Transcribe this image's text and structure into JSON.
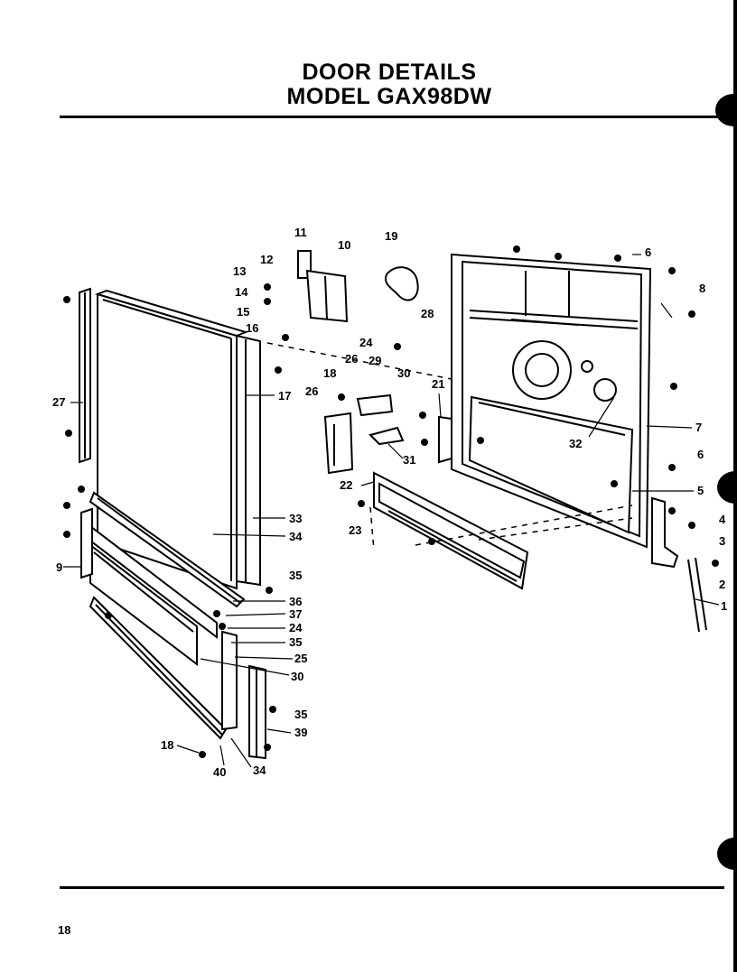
{
  "header": {
    "title_line1": "DOOR  DETAILS",
    "title_line2": "MODEL GAX98DW"
  },
  "footer": {
    "page_number": "18"
  },
  "callouts": {
    "c11": "11",
    "c10": "10",
    "c19": "19",
    "c6a": "6",
    "c8": "8",
    "c12": "12",
    "c13": "13",
    "c14": "14",
    "c28": "28",
    "c15": "15",
    "c16a": "16",
    "c24a": "24",
    "c26a": "26",
    "c29": "29",
    "c18a": "18",
    "c30a": "30",
    "c21": "21",
    "c27": "27",
    "c17": "17",
    "c26b": "26",
    "c7": "7",
    "c32": "32",
    "c31": "31",
    "c6b": "6",
    "c22": "22",
    "c5": "5",
    "c23": "23",
    "c4": "4",
    "c33": "33",
    "c34a": "34",
    "c3": "3",
    "c9": "9",
    "c2": "2",
    "c35a": "35",
    "c1": "1",
    "c36": "36",
    "c37": "37",
    "c24b": "24",
    "c35b": "35",
    "c25": "25",
    "c30b": "30",
    "c35c": "35",
    "c39": "39",
    "c18b": "18",
    "c40": "40",
    "c34b": "34"
  }
}
